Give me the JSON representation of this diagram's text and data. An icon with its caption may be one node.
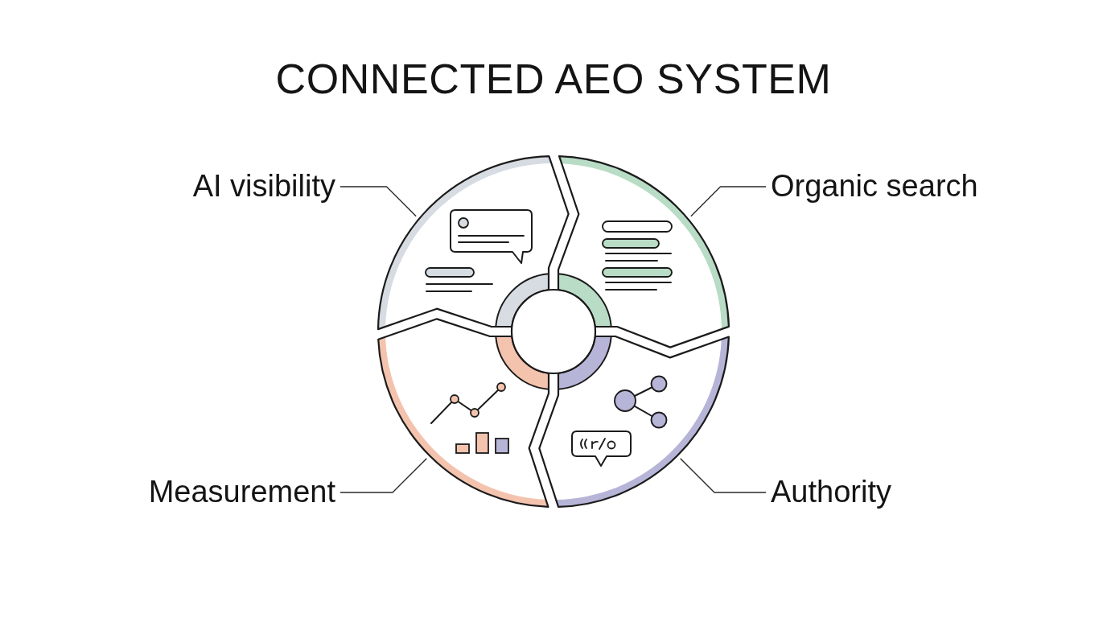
{
  "diagram": {
    "title": "CONNECTED AEO SYSTEM",
    "nodes": [
      {
        "text": [
          "AI visibility"
        ]
      },
      {
        "text": [
          "Organic search"
        ]
      },
      {
        "text": [],
        "shape": "sector"
      },
      {
        "text": [],
        "shape": "sector"
      },
      {
        "text": [],
        "shape": "circle"
      },
      {
        "text": [],
        "shape": "sector"
      },
      {
        "text": [],
        "shape": "sector"
      },
      {
        "text": [
          "Measurement"
        ]
      },
      {
        "text": [
          "Authority"
        ]
      }
    ],
    "edges": [
      {
        "from": 0,
        "to": 2,
        "arrow": "none"
      },
      {
        "from": 1,
        "to": 3,
        "arrow": "none"
      },
      {
        "from": 7,
        "to": 5,
        "arrow": "none"
      },
      {
        "from": 8,
        "to": 6,
        "arrow": "none"
      }
    ]
  }
}
